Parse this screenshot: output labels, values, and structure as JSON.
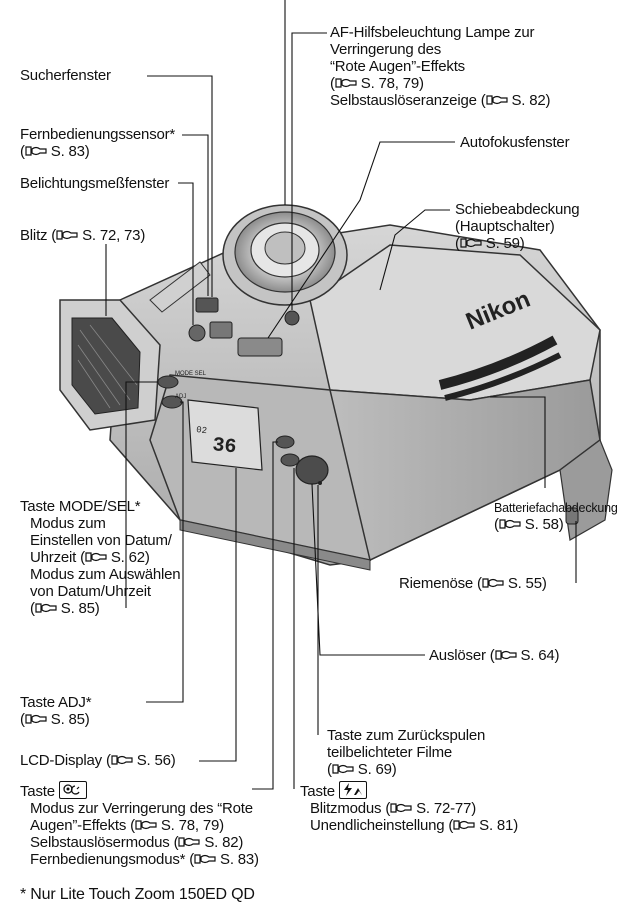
{
  "labels": {
    "sucherfenster": "Sucherfenster",
    "fernbedienungssensor": [
      "Fernbedienungssensor*",
      "S. 83)"
    ],
    "belichtungsmess": "Belichtungsmeßfenster",
    "blitz": [
      "Blitz (",
      "S. 72, 73)"
    ],
    "af_hilfs": [
      "AF-Hilfsbeleuchtung Lampe zur",
      "Verringerung des",
      "“Rote Augen”-Effekts",
      "S. 78, 79)",
      "Selbstauslöseranzeige (",
      "S. 82)"
    ],
    "autofokus": "Autofokusfenster",
    "schiebe": [
      "Schiebeabdeckung",
      "(Hauptschalter)",
      "S. 59)"
    ],
    "batterie": [
      "Batteriefachabdeckung",
      "S. 58)"
    ],
    "riemen": [
      "Riemenöse (",
      "S. 55)"
    ],
    "mode_sel": [
      "Taste MODE/SEL*",
      "Modus zum",
      "Einstellen von Datum/",
      "Uhrzeit (",
      "S. 62)",
      "Modus zum Auswählen",
      "von Datum/Uhrzeit",
      "S. 85)"
    ],
    "adj": [
      "Taste ADJ*",
      "S. 85)"
    ],
    "ausloeser": [
      "Auslöser (",
      "S. 64)"
    ],
    "lcd": [
      "LCD-Display (",
      "S. 56)"
    ],
    "zurueck": [
      "Taste zum Zurückspulen",
      "teilbelichteter Filme",
      "S. 69)"
    ],
    "taste_rote": [
      "Taste",
      "Modus zur Verringerung des “Rote",
      "Augen”-Effekts (",
      "S. 78, 79)",
      "Selbstauslösermodus (",
      "S. 82)",
      "Fernbedienungsmodus* (",
      "S. 83)"
    ],
    "taste_blitz": [
      "Taste",
      "Blitzmodus (",
      "S. 72-77)",
      "Unendlicheinstellung (",
      "S. 81)"
    ]
  },
  "camera_text": {
    "brand": "Nikon",
    "lcd_digits": "36",
    "lcd_small": "02",
    "mode_sel": "MODE SEL",
    "adj": "ADJ"
  },
  "footnote": "* Nur Lite Touch Zoom 150ED QD"
}
